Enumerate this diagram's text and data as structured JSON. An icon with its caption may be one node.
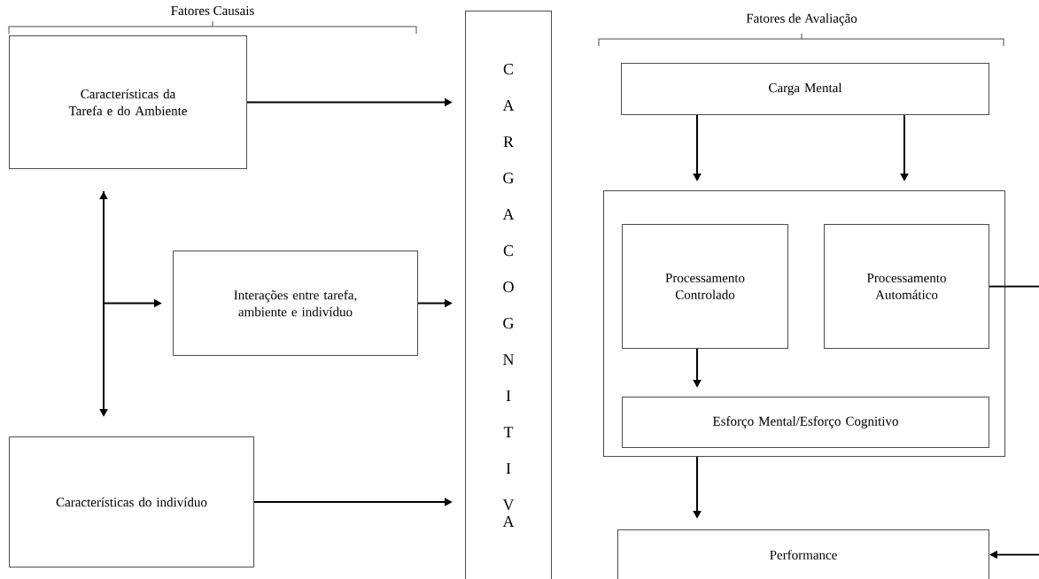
{
  "diagram": {
    "nodes": [
      {
        "text": [
          "Características da Tarefa e do Ambiente"
        ]
      },
      {
        "text": [
          "Interações entre tarefa, ambiente e indivíduo"
        ]
      },
      {
        "text": [
          "Características do indivíduo"
        ]
      },
      {
        "text": [
          "CARGA COGNITIVA"
        ]
      },
      {
        "text": [
          "Carga Mental"
        ]
      },
      {
        "text": [],
        "shape": "box"
      },
      {
        "text": [
          "Processamento Controlado"
        ],
        "in": 5
      },
      {
        "text": [
          "Processamento Automático"
        ],
        "in": 5
      },
      {
        "text": [
          "Esforço Mental/Esforço Cognitivo"
        ],
        "in": 5
      },
      {
        "text": [
          "Performance"
        ]
      }
    ],
    "edges": [
      {
        "from": 0,
        "to": 3,
        "arrow": "to"
      },
      {
        "from": 1,
        "to": 3,
        "arrow": "to"
      },
      {
        "from": 2,
        "to": 3,
        "arrow": "to"
      },
      {
        "from": 0,
        "to": 2,
        "arrow": "both"
      },
      {
        "from": 0,
        "to": 1,
        "arrow": "to"
      },
      {
        "from": 4,
        "to": 5,
        "arrow": "to"
      },
      {
        "from": 4,
        "to": 5,
        "arrow": "to"
      },
      {
        "from": 6,
        "to": 8,
        "arrow": "to"
      },
      {
        "from": 5,
        "to": 9,
        "arrow": "to"
      },
      {
        "from": 7,
        "to": null,
        "arrow": "none"
      },
      {
        "from": null,
        "to": 9,
        "arrow": "to"
      }
    ],
    "labels": [
      "Fatores Causais",
      "Fatores de Avaliação"
    ]
  }
}
